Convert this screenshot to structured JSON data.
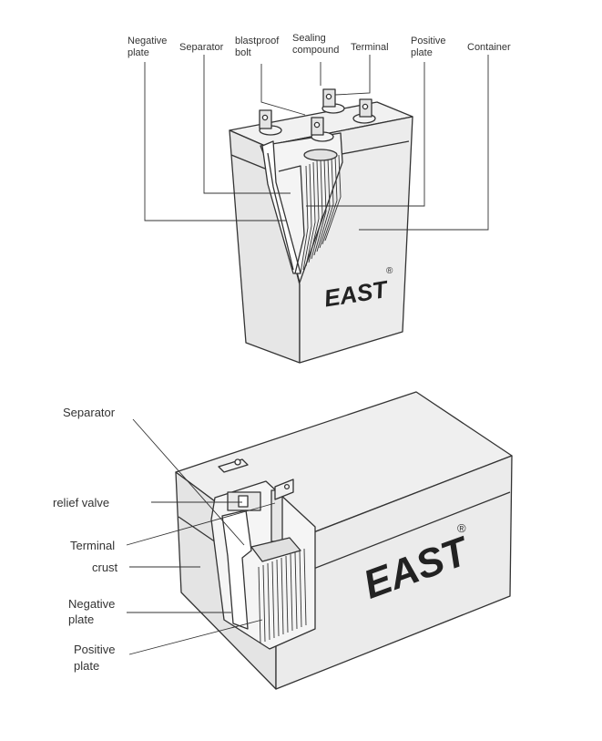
{
  "top_diagram": {
    "labels": {
      "negative_plate": [
        "Negative",
        "plate"
      ],
      "separator": [
        "Separator"
      ],
      "blastproof_bolt": [
        "blastproof",
        "bolt"
      ],
      "sealing_compound": [
        "Sealing",
        "compound"
      ],
      "terminal": [
        "Terminal"
      ],
      "positive_plate": [
        "Positive",
        "plate"
      ],
      "container": [
        "Container"
      ]
    },
    "logo": "EAST",
    "registered_mark": "®"
  },
  "bottom_diagram": {
    "labels": {
      "separator": [
        "Separator"
      ],
      "relief_valve": [
        "relief valve"
      ],
      "terminal": [
        "Terminal"
      ],
      "crust": [
        "crust"
      ],
      "negative_plate": [
        "Negative",
        "plate"
      ],
      "positive_plate": [
        "Positive",
        "plate"
      ]
    },
    "logo": "EAST",
    "registered_mark": "®"
  },
  "colors": {
    "line": "#333333",
    "body": "#ececec",
    "body_dark": "#dcdcdc",
    "plate": "#f7f7f7",
    "text": "#333333"
  }
}
